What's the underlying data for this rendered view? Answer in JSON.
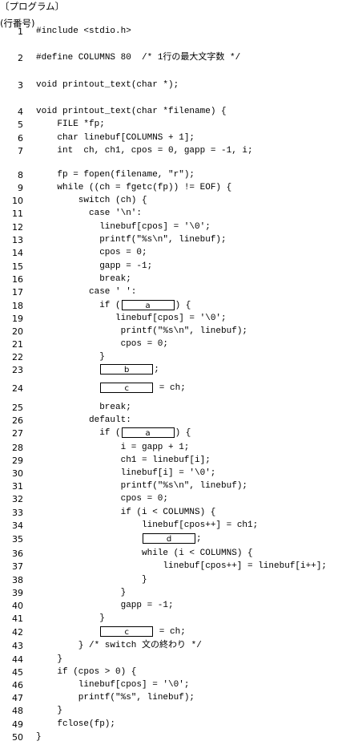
{
  "header": {
    "title": "〔プログラム〕",
    "subtitle": "(行番号)"
  },
  "lines": [
    {
      "no": "1",
      "indent": 0,
      "text": "#include <stdio.h>",
      "blank_label": "",
      "blank_after": ""
    },
    {
      "no": "2",
      "indent": 0,
      "text": "#define COLUMNS 80  /* 1行の最大文字数 */",
      "blank_label": "",
      "blank_after": ""
    },
    {
      "no": "3",
      "indent": 0,
      "text": "void printout_text(char *);",
      "blank_label": "",
      "blank_after": ""
    },
    {
      "no": "4",
      "indent": 0,
      "text": "void printout_text(char *filename) {",
      "blank_label": "",
      "blank_after": ""
    },
    {
      "no": "5",
      "indent": 4,
      "text": "FILE *fp;",
      "blank_label": "",
      "blank_after": ""
    },
    {
      "no": "6",
      "indent": 4,
      "text": "char linebuf[COLUMNS + 1];",
      "blank_label": "",
      "blank_after": ""
    },
    {
      "no": "7",
      "indent": 4,
      "text": "int  ch, ch1, cpos = 0, gapp = -1, i;",
      "blank_label": "",
      "blank_after": ""
    },
    {
      "no": "8",
      "indent": 4,
      "text": "fp = fopen(filename, \"r\");",
      "blank_label": "",
      "blank_after": ""
    },
    {
      "no": "9",
      "indent": 4,
      "text": "while ((ch = fgetc(fp)) != EOF) {",
      "blank_label": "",
      "blank_after": ""
    },
    {
      "no": "10",
      "indent": 8,
      "text": "switch (ch) {",
      "blank_label": "",
      "blank_after": ""
    },
    {
      "no": "11",
      "indent": 10,
      "text": "case '\\n':",
      "blank_label": "",
      "blank_after": ""
    },
    {
      "no": "12",
      "indent": 12,
      "text": "linebuf[cpos] = '\\0';",
      "blank_label": "",
      "blank_after": ""
    },
    {
      "no": "13",
      "indent": 12,
      "text": "printf(\"%s\\n\", linebuf);",
      "blank_label": "",
      "blank_after": ""
    },
    {
      "no": "14",
      "indent": 12,
      "text": "cpos = 0;",
      "blank_label": "",
      "blank_after": ""
    },
    {
      "no": "15",
      "indent": 12,
      "text": "gapp = -1;",
      "blank_label": "",
      "blank_after": ""
    },
    {
      "no": "16",
      "indent": 12,
      "text": "break;",
      "blank_label": "",
      "blank_after": ""
    },
    {
      "no": "17",
      "indent": 10,
      "text": "case ' ':",
      "blank_label": "",
      "blank_after": ""
    },
    {
      "no": "18",
      "indent": 12,
      "text": "if (",
      "blank_label": "a",
      "blank_after": ") {"
    },
    {
      "no": "19",
      "indent": 15,
      "text": "linebuf[cpos] = '\\0';",
      "blank_label": "",
      "blank_after": ""
    },
    {
      "no": "20",
      "indent": 16,
      "text": "printf(\"%s\\n\", linebuf);",
      "blank_label": "",
      "blank_after": ""
    },
    {
      "no": "21",
      "indent": 16,
      "text": "cpos = 0;",
      "blank_label": "",
      "blank_after": ""
    },
    {
      "no": "22",
      "indent": 12,
      "text": "}",
      "blank_label": "",
      "blank_after": ""
    },
    {
      "no": "23",
      "indent": 12,
      "text": "",
      "blank_label": "b",
      "blank_after": ";"
    },
    {
      "no": "24",
      "indent": 12,
      "text": "",
      "blank_label": "c",
      "blank_after": " = ch;"
    },
    {
      "no": "25",
      "indent": 12,
      "text": "break;",
      "blank_label": "",
      "blank_after": ""
    },
    {
      "no": "26",
      "indent": 10,
      "text": "default:",
      "blank_label": "",
      "blank_after": ""
    },
    {
      "no": "27",
      "indent": 12,
      "text": "if (",
      "blank_label": "a",
      "blank_after": ") {"
    },
    {
      "no": "28",
      "indent": 16,
      "text": "i = gapp + 1;",
      "blank_label": "",
      "blank_after": ""
    },
    {
      "no": "29",
      "indent": 16,
      "text": "ch1 = linebuf[i];",
      "blank_label": "",
      "blank_after": ""
    },
    {
      "no": "30",
      "indent": 16,
      "text": "linebuf[i] = '\\0';",
      "blank_label": "",
      "blank_after": ""
    },
    {
      "no": "31",
      "indent": 16,
      "text": "printf(\"%s\\n\", linebuf);",
      "blank_label": "",
      "blank_after": ""
    },
    {
      "no": "32",
      "indent": 16,
      "text": "cpos = 0;",
      "blank_label": "",
      "blank_after": ""
    },
    {
      "no": "33",
      "indent": 16,
      "text": "if (i < COLUMNS) {",
      "blank_label": "",
      "blank_after": ""
    },
    {
      "no": "34",
      "indent": 20,
      "text": "linebuf[cpos++] = ch1;",
      "blank_label": "",
      "blank_after": ""
    },
    {
      "no": "35",
      "indent": 20,
      "text": "",
      "blank_label": "d",
      "blank_after": ";"
    },
    {
      "no": "36",
      "indent": 20,
      "text": "while (i < COLUMNS) {",
      "blank_label": "",
      "blank_after": ""
    },
    {
      "no": "37",
      "indent": 24,
      "text": "linebuf[cpos++] = linebuf[i++];",
      "blank_label": "",
      "blank_after": ""
    },
    {
      "no": "38",
      "indent": 20,
      "text": "}",
      "blank_label": "",
      "blank_after": ""
    },
    {
      "no": "39",
      "indent": 16,
      "text": "}",
      "blank_label": "",
      "blank_after": ""
    },
    {
      "no": "40",
      "indent": 16,
      "text": "gapp = -1;",
      "blank_label": "",
      "blank_after": ""
    },
    {
      "no": "41",
      "indent": 12,
      "text": "}",
      "blank_label": "",
      "blank_after": ""
    },
    {
      "no": "42",
      "indent": 12,
      "text": "",
      "blank_label": "c",
      "blank_after": " = ch;"
    },
    {
      "no": "43",
      "indent": 8,
      "text": "} /* switch 文の終わり */",
      "blank_label": "",
      "blank_after": ""
    },
    {
      "no": "44",
      "indent": 4,
      "text": "}",
      "blank_label": "",
      "blank_after": ""
    },
    {
      "no": "45",
      "indent": 4,
      "text": "if (cpos > 0) {",
      "blank_label": "",
      "blank_after": ""
    },
    {
      "no": "46",
      "indent": 8,
      "text": "linebuf[cpos] = '\\0';",
      "blank_label": "",
      "blank_after": ""
    },
    {
      "no": "47",
      "indent": 8,
      "text": "printf(\"%s\", linebuf);",
      "blank_label": "",
      "blank_after": ""
    },
    {
      "no": "48",
      "indent": 4,
      "text": "}",
      "blank_label": "",
      "blank_after": ""
    },
    {
      "no": "49",
      "indent": 4,
      "text": "fclose(fp);",
      "blank_label": "",
      "blank_after": ""
    },
    {
      "no": "50",
      "indent": 0,
      "text": "}",
      "blank_label": "",
      "blank_after": ""
    }
  ]
}
